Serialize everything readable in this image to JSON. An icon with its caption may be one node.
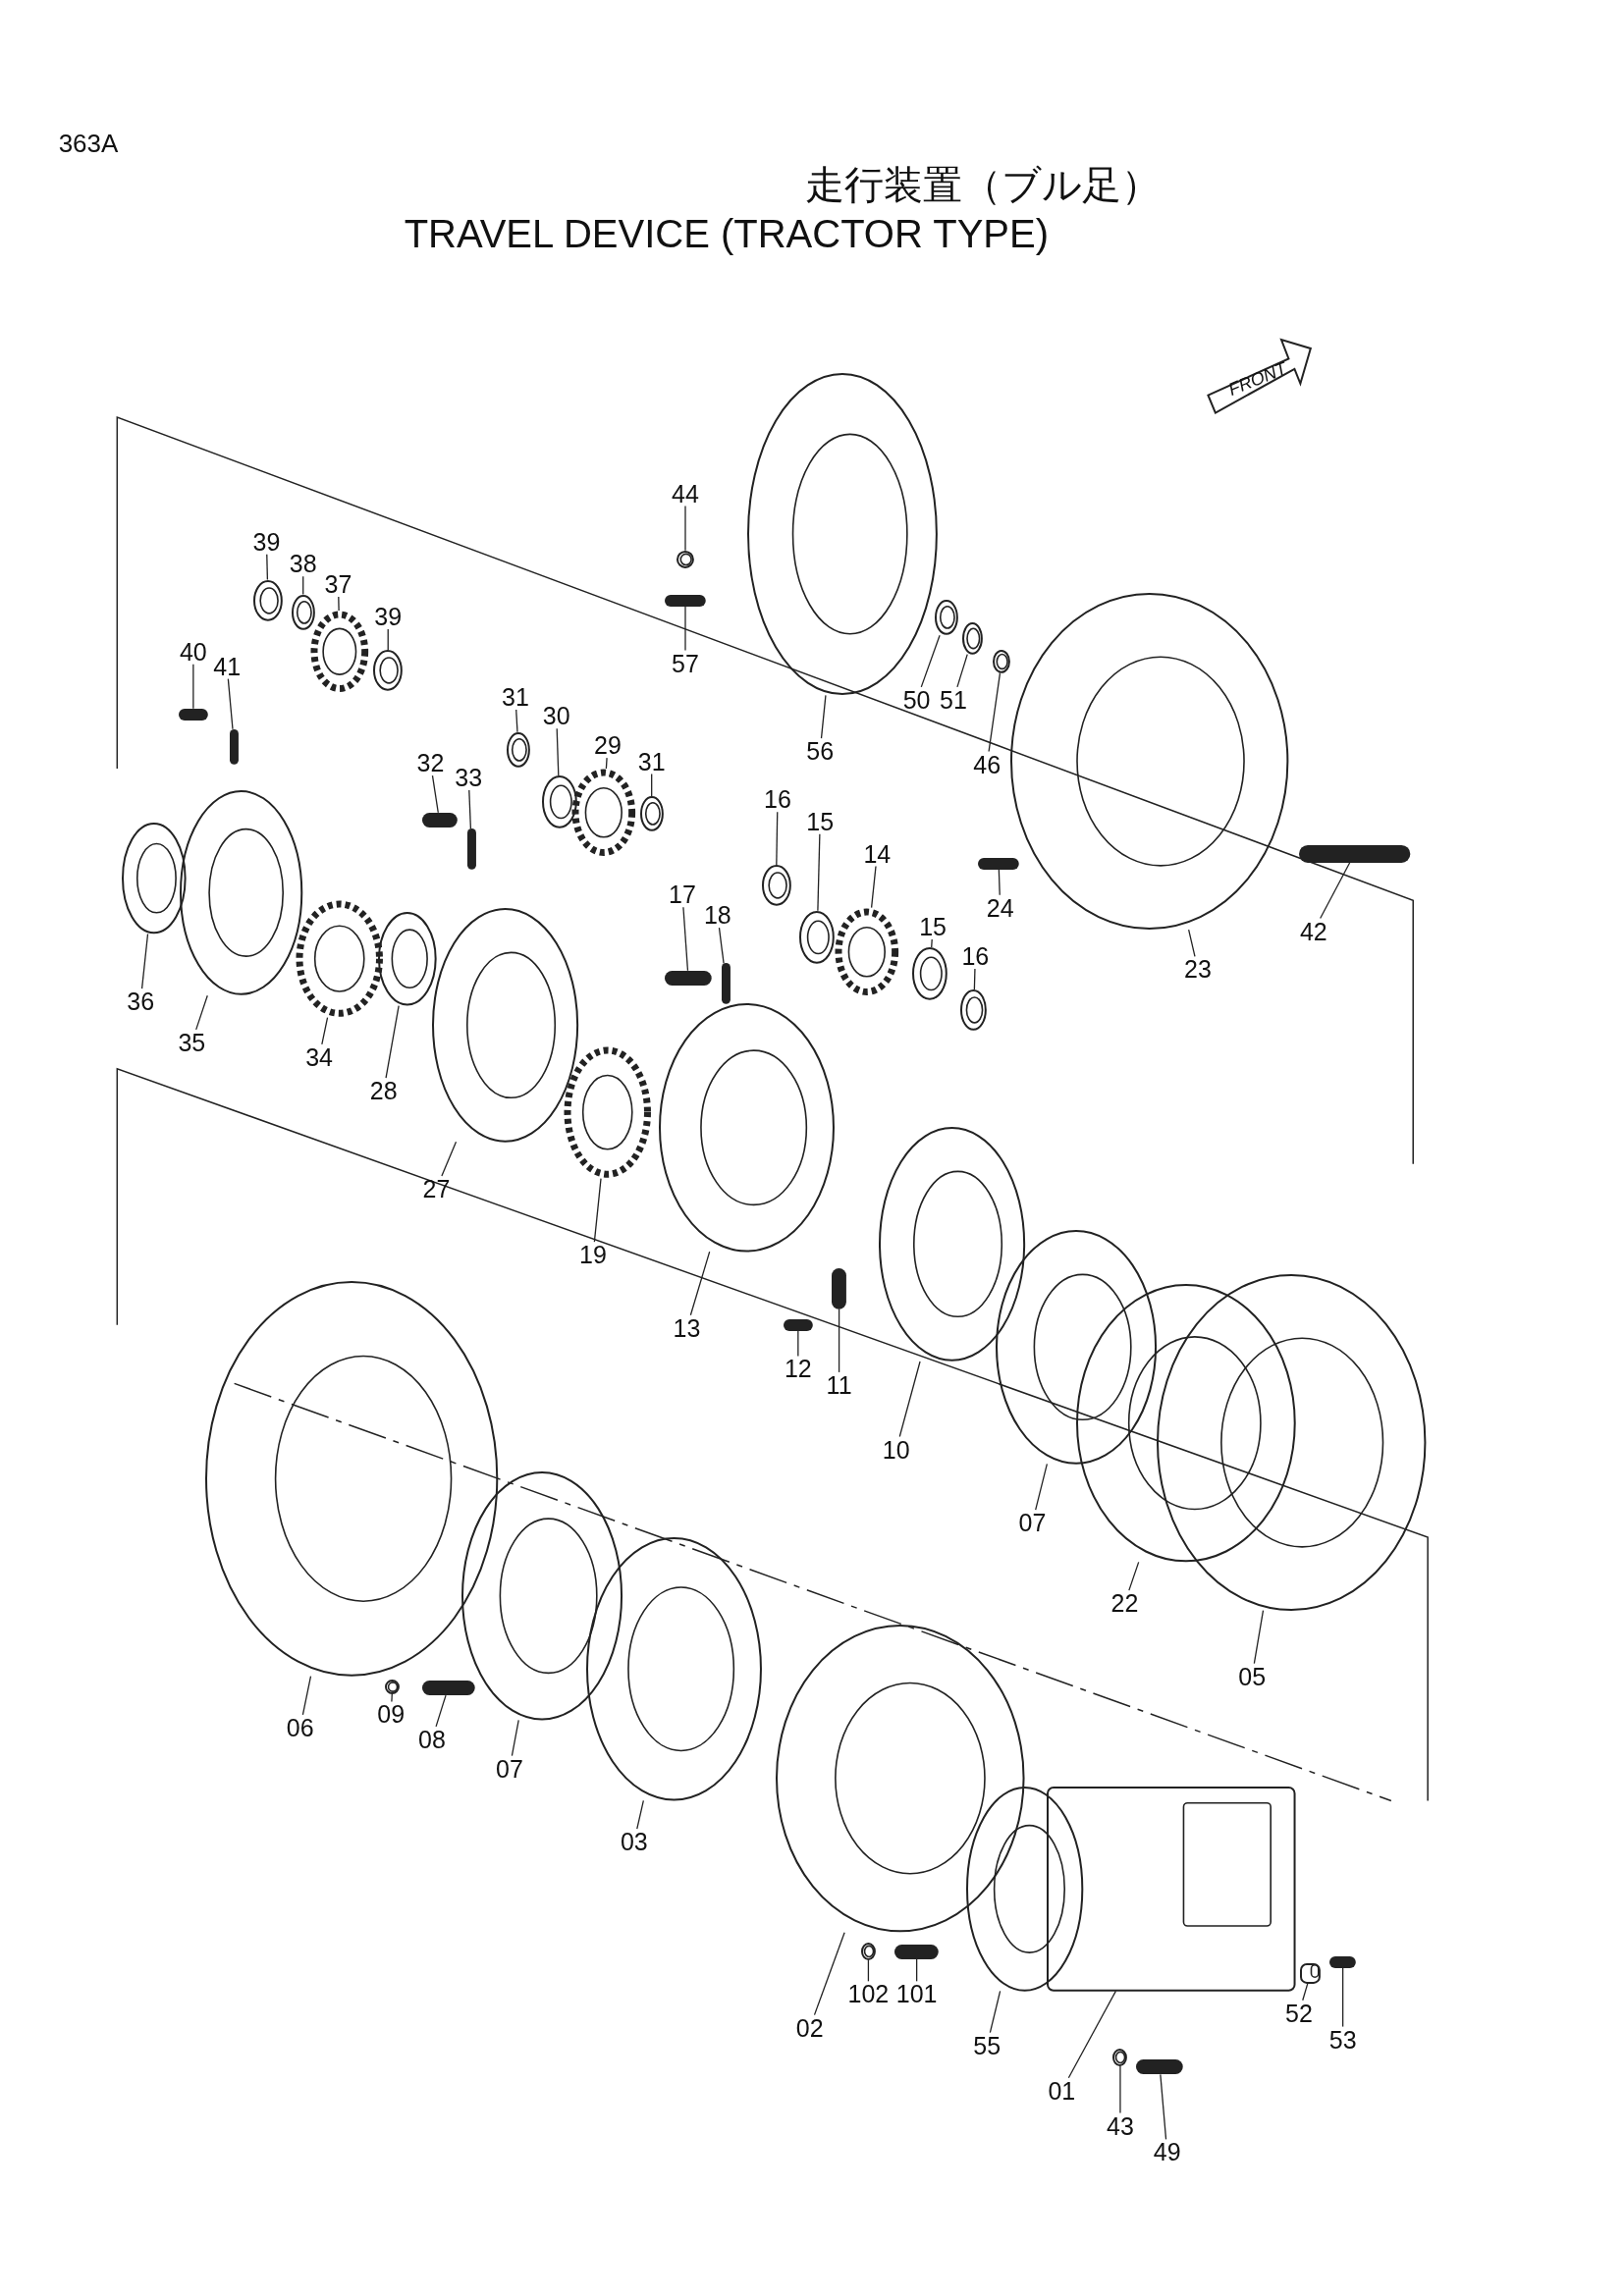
{
  "diagram": {
    "title": "走行装置（ブル足）",
    "nodes": [
      {
        "text": [
          "44"
        ]
      },
      {
        "text": [
          "57"
        ]
      },
      {
        "text": [
          "56"
        ]
      },
      {
        "text": [
          "50"
        ]
      },
      {
        "text": [
          "51"
        ]
      },
      {
        "text": [
          "46"
        ]
      },
      {
        "text": [
          "24"
        ]
      },
      {
        "text": [
          "23"
        ]
      },
      {
        "text": [
          "42"
        ]
      },
      {
        "text": [
          "39"
        ]
      },
      {
        "text": [
          "38"
        ]
      },
      {
        "text": [
          "37"
        ]
      },
      {
        "text": [
          "39"
        ]
      },
      {
        "text": [
          "40"
        ]
      },
      {
        "text": [
          "41"
        ]
      },
      {
        "text": [
          "36"
        ]
      },
      {
        "text": [
          "35"
        ]
      },
      {
        "text": [
          "34"
        ]
      },
      {
        "text": [
          "28"
        ]
      },
      {
        "text": [
          "27"
        ]
      },
      {
        "text": [
          "32"
        ]
      },
      {
        "text": [
          "33"
        ]
      },
      {
        "text": [
          "31"
        ]
      },
      {
        "text": [
          "30"
        ]
      },
      {
        "text": [
          "29"
        ]
      },
      {
        "text": [
          "31"
        ]
      },
      {
        "text": [
          "17"
        ]
      },
      {
        "text": [
          "18"
        ]
      },
      {
        "text": [
          "16"
        ]
      },
      {
        "text": [
          "15"
        ]
      },
      {
        "text": [
          "14"
        ]
      },
      {
        "text": [
          "15"
        ]
      },
      {
        "text": [
          "16"
        ]
      },
      {
        "text": [
          "19"
        ]
      },
      {
        "text": [
          "13"
        ]
      },
      {
        "text": [
          "12"
        ]
      },
      {
        "text": [
          "11"
        ]
      },
      {
        "text": [
          "10"
        ]
      },
      {
        "text": [
          "07"
        ]
      },
      {
        "text": [
          "22"
        ]
      },
      {
        "text": [
          "05"
        ]
      },
      {
        "text": [
          "06"
        ]
      },
      {
        "text": [
          "09"
        ]
      },
      {
        "text": [
          "08"
        ]
      },
      {
        "text": [
          "07"
        ]
      },
      {
        "text": [
          "03"
        ]
      },
      {
        "text": [
          "02"
        ]
      },
      {
        "text": [
          "102"
        ]
      },
      {
        "text": [
          "101"
        ]
      },
      {
        "text": [
          "55"
        ]
      },
      {
        "text": [
          "01"
        ]
      },
      {
        "text": [
          "43"
        ]
      },
      {
        "text": [
          "49"
        ]
      },
      {
        "text": [
          "52"
        ]
      },
      {
        "text": [
          "53"
        ]
      },
      {
        "text": [],
        "shape": "circle"
      },
      {
        "text": [],
        "shape": "bar"
      },
      {
        "text": [],
        "shape": "circle"
      },
      {
        "text": [],
        "shape": "circle"
      },
      {
        "text": [],
        "shape": "circle"
      },
      {
        "text": [],
        "shape": "circle"
      },
      {
        "text": [],
        "shape": "bar"
      },
      {
        "text": [],
        "shape": "circle"
      },
      {
        "text": [],
        "shape": "bar"
      },
      {
        "text": [],
        "shape": "circle"
      },
      {
        "text": [],
        "shape": "circle"
      },
      {
        "text": [],
        "shape": "gear"
      },
      {
        "text": [],
        "shape": "circle"
      },
      {
        "text": [],
        "shape": "bar"
      },
      {
        "text": [],
        "shape": "bar"
      },
      {
        "text": [],
        "shape": "circle"
      },
      {
        "text": [],
        "shape": "circle"
      },
      {
        "text": [],
        "shape": "gear"
      },
      {
        "text": [],
        "shape": "circle"
      },
      {
        "text": [],
        "shape": "circle"
      },
      {
        "text": [],
        "shape": "bar"
      },
      {
        "text": [],
        "shape": "bar"
      },
      {
        "text": [],
        "shape": "circle"
      },
      {
        "text": [],
        "shape": "circle"
      },
      {
        "text": [],
        "shape": "gear"
      },
      {
        "text": [],
        "shape": "circle"
      },
      {
        "text": [],
        "shape": "bar"
      },
      {
        "text": [],
        "shape": "bar"
      },
      {
        "text": [],
        "shape": "circle"
      },
      {
        "text": [],
        "shape": "circle"
      },
      {
        "text": [],
        "shape": "gear"
      },
      {
        "text": [],
        "shape": "circle"
      },
      {
        "text": [],
        "shape": "circle"
      },
      {
        "text": [],
        "shape": "gear"
      },
      {
        "text": [],
        "shape": "circle"
      },
      {
        "text": [],
        "shape": "bar"
      },
      {
        "text": [],
        "shape": "bar"
      },
      {
        "text": [],
        "shape": "circle"
      },
      {
        "text": [],
        "shape": "circle"
      },
      {
        "text": [],
        "shape": "circle"
      },
      {
        "text": [],
        "shape": "circle"
      },
      {
        "text": [],
        "shape": "circle"
      },
      {
        "text": [],
        "shape": "circle"
      },
      {
        "text": [],
        "shape": "bar"
      },
      {
        "text": [],
        "shape": "circle"
      },
      {
        "text": [],
        "shape": "circle"
      },
      {
        "text": [],
        "shape": "circle"
      },
      {
        "text": [],
        "shape": "circle"
      },
      {
        "text": [],
        "shape": "bar"
      },
      {
        "text": [],
        "shape": "circle"
      },
      {
        "text": [],
        "shape": "box"
      },
      {
        "text": [],
        "shape": "circle"
      },
      {
        "text": [],
        "shape": "bar"
      },
      {
        "text": [],
        "shape": "box"
      },
      {
        "text": [],
        "shape": "bar"
      }
    ],
    "edges": [
      {
        "from": 0,
        "to": 55,
        "arrow": "none"
      },
      {
        "from": 1,
        "to": 56,
        "arrow": "none"
      },
      {
        "from": 2,
        "to": 57,
        "arrow": "none"
      },
      {
        "from": 3,
        "to": 58,
        "arrow": "none"
      },
      {
        "from": 4,
        "to": 59,
        "arrow": "none"
      },
      {
        "from": 5,
        "to": 60,
        "arrow": "none"
      },
      {
        "from": 6,
        "to": 61,
        "arrow": "none"
      },
      {
        "from": 7,
        "to": 62,
        "arrow": "none"
      },
      {
        "from": 8,
        "to": 63,
        "arrow": "none"
      },
      {
        "from": 9,
        "to": 64,
        "arrow": "none"
      },
      {
        "from": 10,
        "to": 65,
        "arrow": "none"
      },
      {
        "from": 11,
        "to": 66,
        "arrow": "none"
      },
      {
        "from": 12,
        "to": 67,
        "arrow": "none"
      },
      {
        "from": 13,
        "to": 68,
        "arrow": "none"
      },
      {
        "from": 14,
        "to": 69,
        "arrow": "none"
      },
      {
        "from": 15,
        "to": 70,
        "arrow": "none"
      },
      {
        "from": 16,
        "to": 71,
        "arrow": "none"
      },
      {
        "from": 17,
        "to": 72,
        "arrow": "none"
      },
      {
        "from": 18,
        "to": 73,
        "arrow": "none"
      },
      {
        "from": 19,
        "to": 74,
        "arrow": "none"
      },
      {
        "from": 20,
        "to": 75,
        "arrow": "none"
      },
      {
        "from": 21,
        "to": 76,
        "arrow": "none"
      },
      {
        "from": 22,
        "to": 77,
        "arrow": "none"
      },
      {
        "from": 23,
        "to": 78,
        "arrow": "none"
      },
      {
        "from": 24,
        "to": 79,
        "arrow": "none"
      },
      {
        "from": 25,
        "to": 80,
        "arrow": "none"
      },
      {
        "from": 26,
        "to": 81,
        "arrow": "none"
      },
      {
        "from": 27,
        "to": 82,
        "arrow": "none"
      },
      {
        "from": 28,
        "to": 83,
        "arrow": "none"
      },
      {
        "from": 29,
        "to": 84,
        "arrow": "none"
      },
      {
        "from": 30,
        "to": 85,
        "arrow": "none"
      },
      {
        "from": 31,
        "to": 86,
        "arrow": "none"
      },
      {
        "from": 32,
        "to": 87,
        "arrow": "none"
      },
      {
        "from": 33,
        "to": 88,
        "arrow": "none"
      },
      {
        "from": 34,
        "to": 89,
        "arrow": "none"
      },
      {
        "from": 35,
        "to": 90,
        "arrow": "none"
      },
      {
        "from": 36,
        "to": 91,
        "arrow": "none"
      },
      {
        "from": 37,
        "to": 92,
        "arrow": "none"
      },
      {
        "from": 38,
        "to": 93,
        "arrow": "none"
      },
      {
        "from": 39,
        "to": 94,
        "arrow": "none"
      },
      {
        "from": 40,
        "to": 95,
        "arrow": "none"
      },
      {
        "from": 41,
        "to": 96,
        "arrow": "none"
      },
      {
        "from": 42,
        "to": 97,
        "arrow": "none"
      },
      {
        "from": 43,
        "to": 98,
        "arrow": "none"
      },
      {
        "from": 44,
        "to": 99,
        "arrow": "none"
      },
      {
        "from": 45,
        "to": 100,
        "arrow": "none"
      },
      {
        "from": 46,
        "to": 101,
        "arrow": "none"
      },
      {
        "from": 47,
        "to": 102,
        "arrow": "none"
      },
      {
        "from": 48,
        "to": 103,
        "arrow": "none"
      },
      {
        "from": 49,
        "to": 104,
        "arrow": "none"
      },
      {
        "from": 50,
        "to": 105,
        "arrow": "none"
      },
      {
        "from": 51,
        "to": 106,
        "arrow": "none"
      },
      {
        "from": 52,
        "to": 107,
        "arrow": "none"
      },
      {
        "from": 53,
        "to": 108,
        "arrow": "none"
      },
      {
        "from": 54,
        "to": 109,
        "arrow": "none"
      }
    ],
    "labels": [
      "363A",
      "TRAVEL DEVICE (TRACTOR TYPE)",
      "FRONT"
    ]
  }
}
